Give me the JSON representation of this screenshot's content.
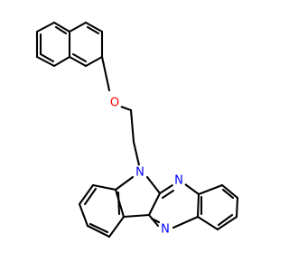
{
  "diagram": {
    "type": "chemical-structure",
    "colors": {
      "bond": "#000000",
      "oxygen": "#ff0000",
      "nitrogen": "#0000ff",
      "background": "#ffffff"
    },
    "atoms": {
      "oxygen": "O",
      "nitrogen_ring": "N",
      "nitrogen_pyrazine_upper": "N",
      "nitrogen_pyrazine_lower": "N"
    }
  }
}
